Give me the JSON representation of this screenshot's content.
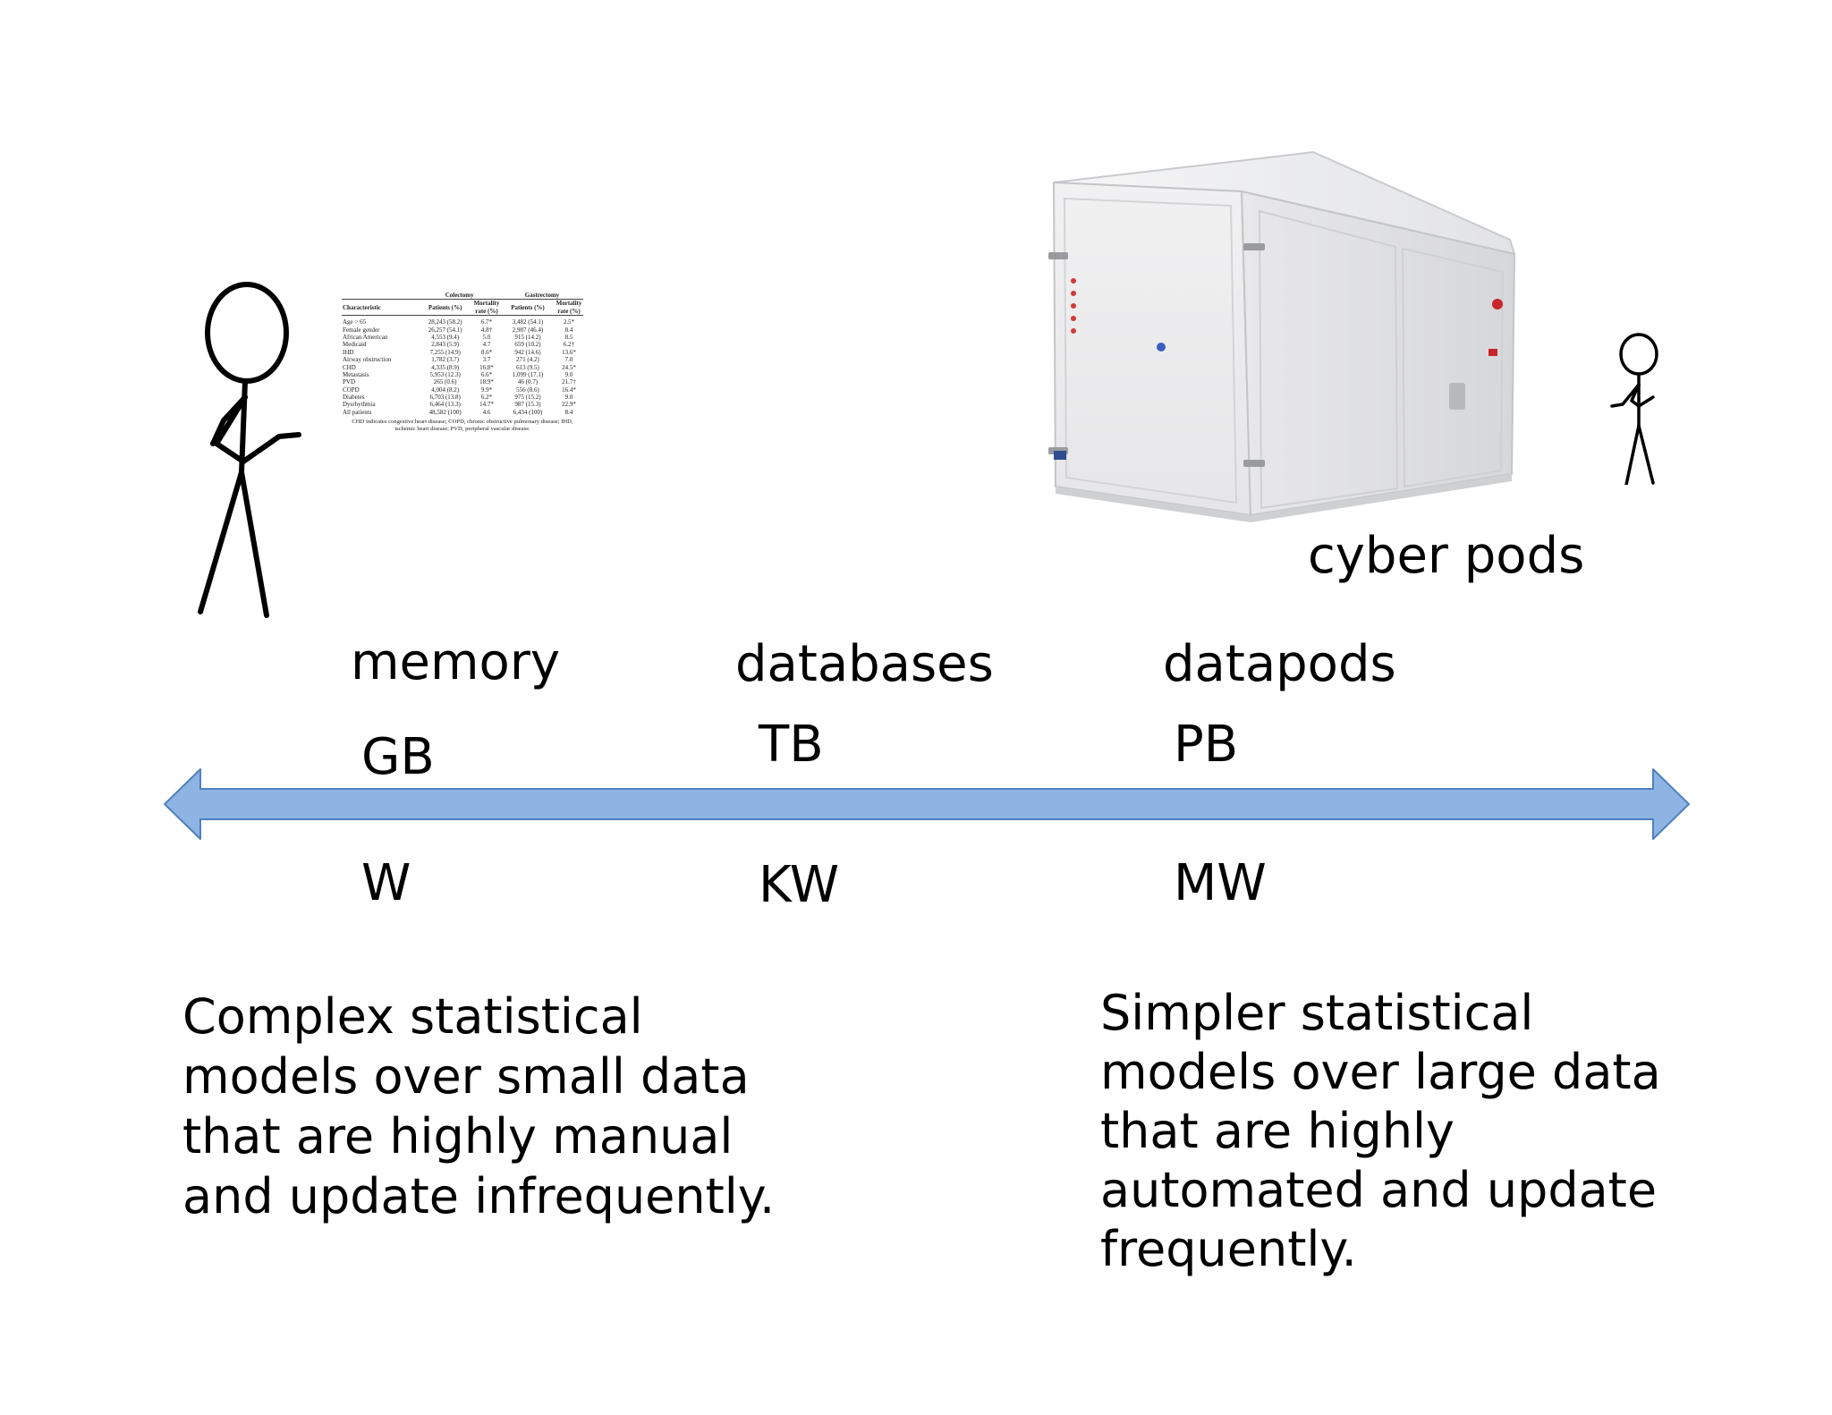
{
  "labels": {
    "cyber_pods": "cyber pods",
    "memory": "memory",
    "databases": "databases",
    "datapods": "datapods",
    "gb": "GB",
    "tb": "TB",
    "pb": "PB",
    "w": "W",
    "kw": "KW",
    "mw": "MW"
  },
  "left_text": "Complex statistical\nmodels over small data\nthat are highly manual\nand update infrequently.",
  "right_text": "Simpler statistical\nmodels over large data\nthat are highly\nautomated and update\nfrequently.",
  "colors": {
    "arrow_fill": "#8db4e2",
    "arrow_stroke": "#4f81bd",
    "pod_body": "#eeeeef"
  },
  "table": {
    "group_headers": [
      "Colectomy",
      "Gastrectomy"
    ],
    "column_headers": [
      "Characteristic",
      "Patients (%)",
      "Mortality rate (%)",
      "Patients (%)",
      "Mortality rate (%)"
    ],
    "rows": [
      [
        "Age > 65",
        "28,243 (58.2)",
        "6.7*",
        "3,482 (54.1)",
        "2.5*"
      ],
      [
        "Female gender",
        "26,257 (54.1)",
        "4.8†",
        "2,987 (46.4)",
        "8.4"
      ],
      [
        "African American",
        "4,553 (9.4)",
        "5.0",
        "915 (14.2)",
        "8.5"
      ],
      [
        "Medicaid",
        "2,843 (5.9)",
        "4.7",
        "659 (10.2)",
        "6.2†"
      ],
      [
        "IHD",
        "7,255 (14.9)",
        "8.6*",
        "942 (14.6)",
        "13.6*"
      ],
      [
        "Airway obstruction",
        "1,782 (3.7)",
        "3.7",
        "271 (4.2)",
        "7.0"
      ],
      [
        "CHD",
        "4,335 (8.9)",
        "16.8*",
        "613 (9.5)",
        "24.5*"
      ],
      [
        "Metastasis",
        "5,953 (12.3)",
        "6.6*",
        "1,099 (17.1)",
        "9.0"
      ],
      [
        "PVD",
        "265 (0.6)",
        "18.9*",
        "46 (0.7)",
        "21.7†"
      ],
      [
        "COPD",
        "4,004 (8.2)",
        "9.9*",
        "556 (8.6)",
        "16.4*"
      ],
      [
        "Diabetes",
        "6,703 (13.8)",
        "6.2*",
        "975 (15.2)",
        "9.0"
      ],
      [
        "Dysrhythmia",
        "6,464 (13.3)",
        "14.7*",
        "987 (15.3)",
        "22.9*"
      ],
      [
        "All patients",
        "48,582 (100)",
        "4.6",
        "6,434 (100)",
        "8.4"
      ]
    ],
    "footnote": "CHD indicates congestive heart disease; COPD, chronic obstructive pulmonary disease; IHD, ischemic heart disease; PVD, peripheral vascular disease."
  }
}
